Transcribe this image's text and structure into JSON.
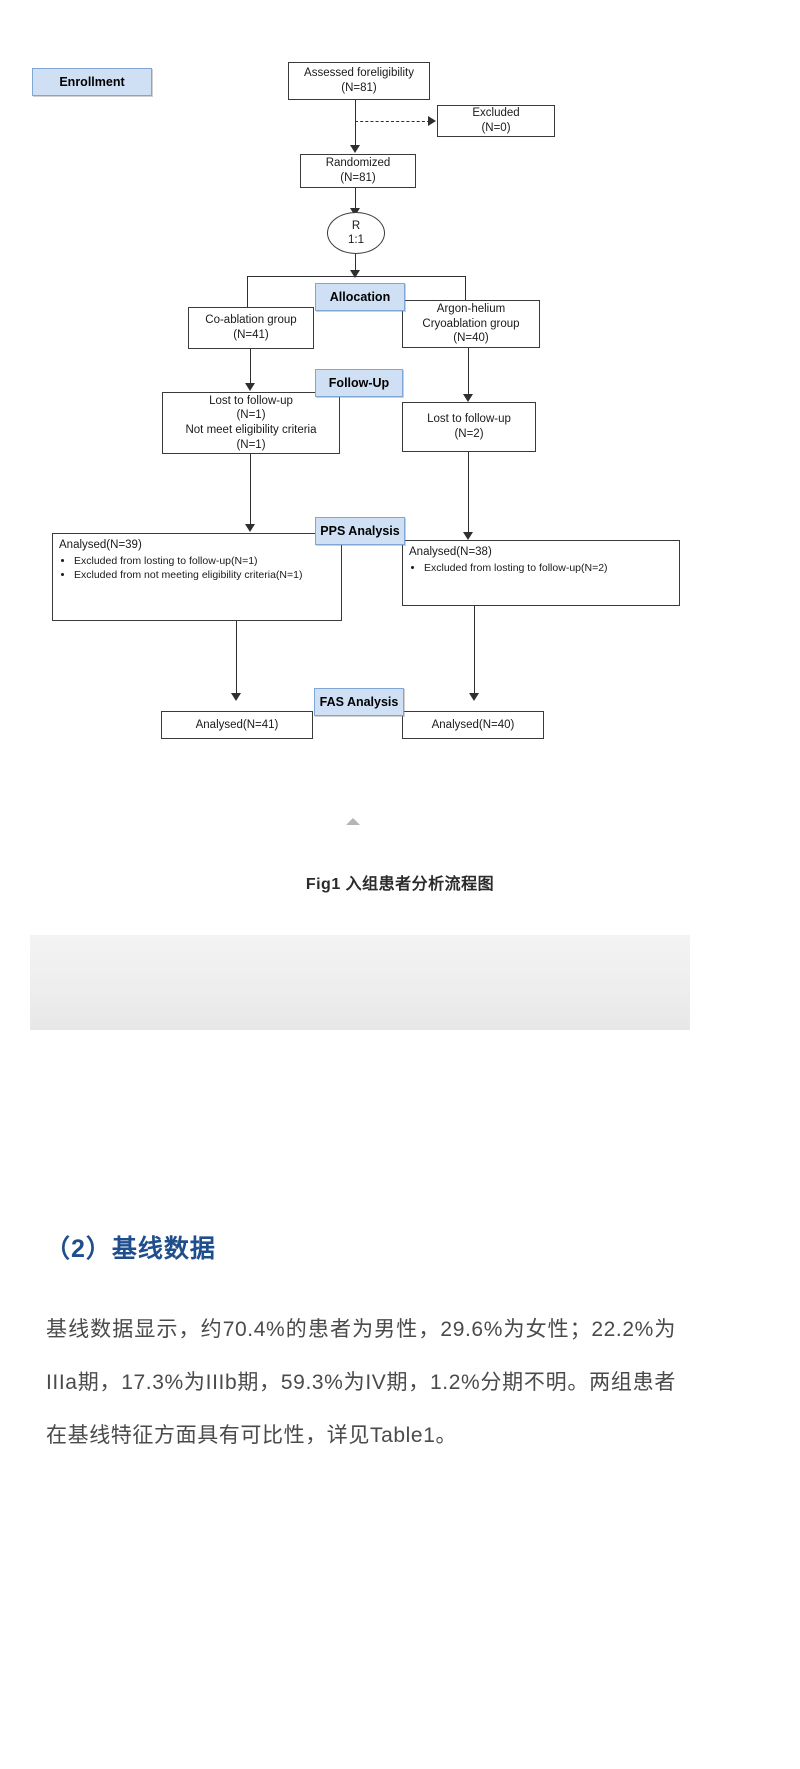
{
  "figure": {
    "caption": "Fig1 入组患者分析流程图",
    "stages": {
      "enrollment": "Enrollment",
      "allocation": "Allocation",
      "follow_up": "Follow-Up",
      "pps_analysis": "PPS Analysis",
      "fas_analysis": "FAS Analysis"
    },
    "nodes": {
      "assessed": {
        "line1": "Assessed foreligibility",
        "line2": "(N=81)"
      },
      "excluded": {
        "line1": "Excluded",
        "line2": "(N=0)"
      },
      "randomized": {
        "line1": "Randomized",
        "line2": "(N=81)"
      },
      "ratio": {
        "line1": "R",
        "line2": "1:1"
      },
      "group_left": {
        "line1": "Co-ablation group",
        "line2": "(N=41)"
      },
      "group_right": {
        "line1": "Argon-helium",
        "line2": "Cryoablation group",
        "line3": "(N=40)"
      },
      "lost_left": {
        "line1": "Lost to follow-up",
        "line2": "(N=1)",
        "line3": "Not meet eligibility criteria",
        "line4": "(N=1)"
      },
      "lost_right": {
        "line1": "Lost to follow-up",
        "line2": "(N=2)"
      },
      "pps_left": {
        "title": "Analysed(N=39)",
        "bullets": [
          "Excluded from losting to follow-up(N=1)",
          "Excluded from not meeting eligibility criteria(N=1)"
        ]
      },
      "pps_right": {
        "title": "Analysed(N=38)",
        "bullets": [
          "Excluded from losting to follow-up(N=2)"
        ]
      },
      "fas_left": {
        "line1": "Analysed(N=41)"
      },
      "fas_right": {
        "line1": "Analysed(N=40)"
      }
    },
    "colors": {
      "stage_fill": "#cfe0f5",
      "stage_border": "#7fa6d4",
      "box_border": "#3a3a3a",
      "line": "#2f2f2f"
    }
  },
  "article": {
    "heading": "（2）基线数据",
    "paragraph": "基线数据显示，约70.4%的患者为男性，29.6%为女性；22.2%为IIIa期，17.3%为IIIb期，59.3%为IV期，1.2%分期不明。两组患者在基线特征方面具有可比性，详见Table1。",
    "heading_color": "#1f4e8c"
  }
}
